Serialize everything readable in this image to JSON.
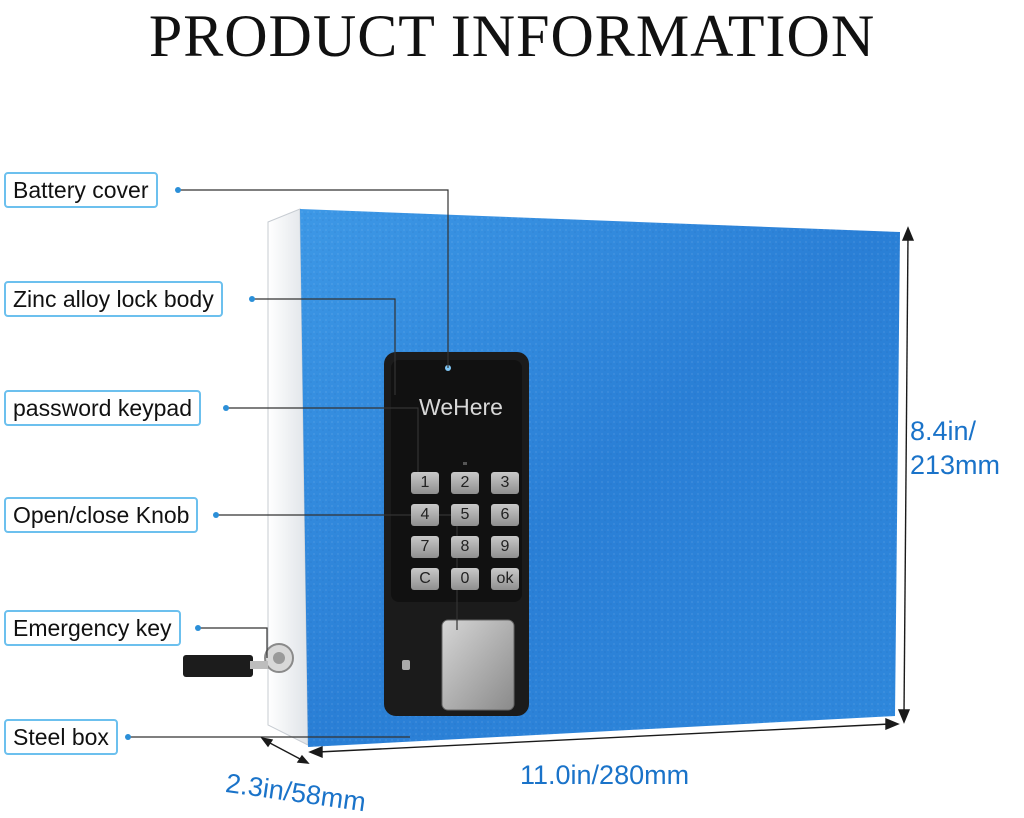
{
  "title": "PRODUCT INFORMATION",
  "brand": "WeHere",
  "callouts": {
    "battery_cover": "Battery cover",
    "lock_body": "Zinc alloy lock body",
    "keypad": "password keypad",
    "knob": "Open/close Knob",
    "emergency_key": "Emergency key",
    "steel_box": "Steel box"
  },
  "dimensions": {
    "height_in": "8.4in/",
    "height_mm": "213mm",
    "width": "11.0in/280mm",
    "depth": "2.3in/58mm"
  },
  "keypad_keys": [
    "1",
    "2",
    "3",
    "4",
    "5",
    "6",
    "7",
    "8",
    "9",
    "C",
    "0",
    "ok"
  ],
  "colors": {
    "box_blue": "#2f87da",
    "label_border": "#6cc0ee",
    "dimension_text": "#1a73c9",
    "lock_body": "#1b1b1b"
  }
}
